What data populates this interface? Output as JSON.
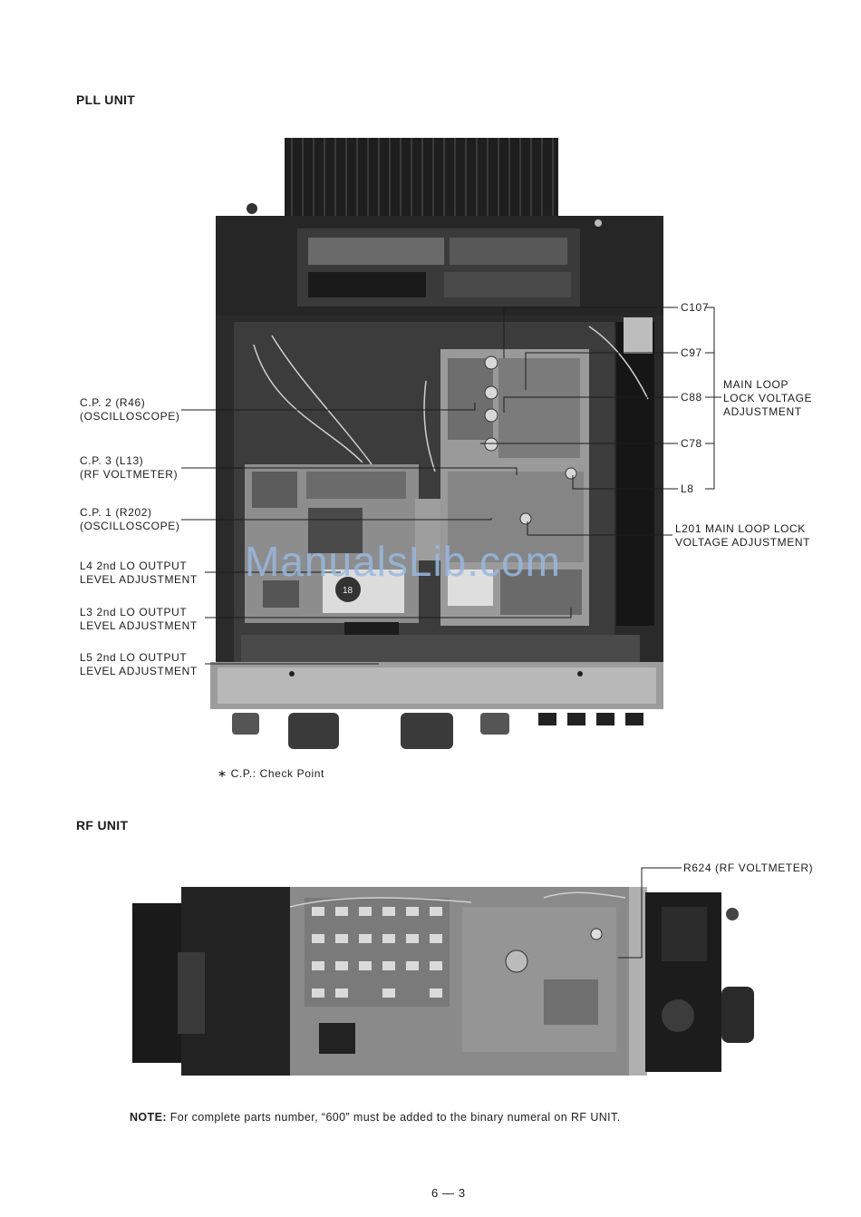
{
  "headings": {
    "pll_unit": "PLL UNIT",
    "rf_unit": "RF UNIT"
  },
  "pll_labels": {
    "cp2": [
      "C.P. 2 (R46)",
      "(OSCILLOSCOPE)"
    ],
    "cp3": [
      "C.P. 3 (L13)",
      "(RF VOLTMETER)"
    ],
    "cp1": [
      "C.P. 1 (R202)",
      "(OSCILLOSCOPE)"
    ],
    "l4": [
      "L4 2nd LO OUTPUT",
      "LEVEL ADJUSTMENT"
    ],
    "l3": [
      "L3 2nd LO OUTPUT",
      "LEVEL ADJUSTMENT"
    ],
    "l5": [
      "L5 2nd LO OUTPUT",
      "LEVEL ADJUSTMENT"
    ],
    "c107": "C107",
    "c97": "C97",
    "c88": "C88",
    "c78": "C78",
    "l8": "L8",
    "main_loop": [
      "MAIN LOOP",
      "LOCK VOLTAGE",
      "ADJUSTMENT"
    ],
    "l201": [
      "L201 MAIN LOOP LOCK",
      "VOLTAGE ADJUSTMENT"
    ]
  },
  "footnote": "∗ C.P.: Check Point",
  "rf_labels": {
    "r624": "R624 (RF VOLTMETER)"
  },
  "note": {
    "prefix": "NOTE:",
    "text": " For complete parts number, “600” must be added to the binary numeral on RF UNIT."
  },
  "page_number": "6 — 3",
  "watermark": "ManualsLib.com",
  "photo_chip_label": "18"
}
